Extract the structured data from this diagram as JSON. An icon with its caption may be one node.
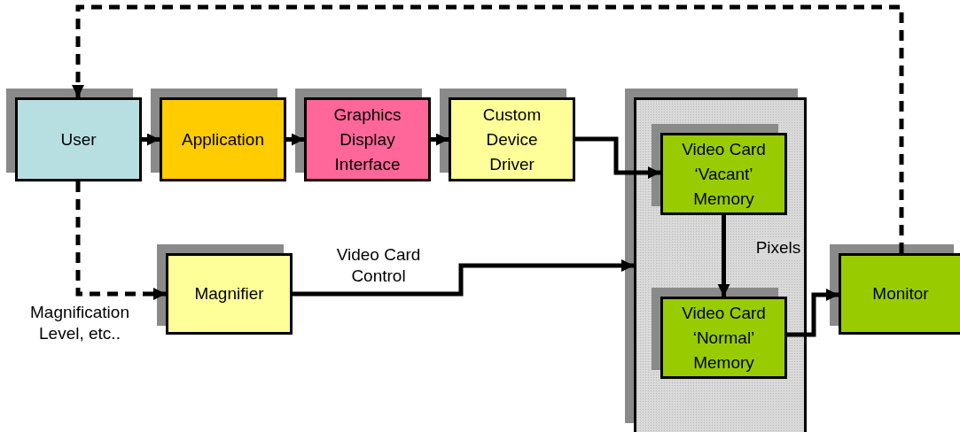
{
  "diagram": {
    "nodes": [
      {
        "text": [
          "User"
        ]
      },
      {
        "text": [
          "Application"
        ]
      },
      {
        "text": [
          "Graphics Display Interface"
        ]
      },
      {
        "text": [
          "Custom Device Driver"
        ]
      },
      {
        "text": [],
        "shape": "box"
      },
      {
        "text": [
          "Video Card ‘Vacant’ Memory"
        ],
        "in": 4
      },
      {
        "text": [
          "Video Card ‘Normal’ Memory"
        ],
        "in": 4
      },
      {
        "text": [
          "Monitor"
        ]
      },
      {
        "text": [
          "Magnifier"
        ]
      }
    ],
    "edges": [
      {
        "from": 0,
        "to": 1,
        "arrow": "to"
      },
      {
        "from": 1,
        "to": 2,
        "arrow": "to"
      },
      {
        "from": 2,
        "to": 3,
        "arrow": "to"
      },
      {
        "from": 3,
        "to": 5,
        "arrow": "to"
      },
      {
        "from": 5,
        "to": 6,
        "label": "Pixels",
        "arrow": "to"
      },
      {
        "from": 6,
        "to": 7,
        "arrow": "to"
      },
      {
        "from": 8,
        "to": 4,
        "label": "Video Card Control",
        "arrow": "to"
      },
      {
        "from": 0,
        "to": 8,
        "label": "Magnification Level, etc..",
        "arrow": "to",
        "style": "dashed"
      },
      {
        "from": 7,
        "to": 0,
        "arrow": "to",
        "style": "dashed"
      }
    ]
  }
}
